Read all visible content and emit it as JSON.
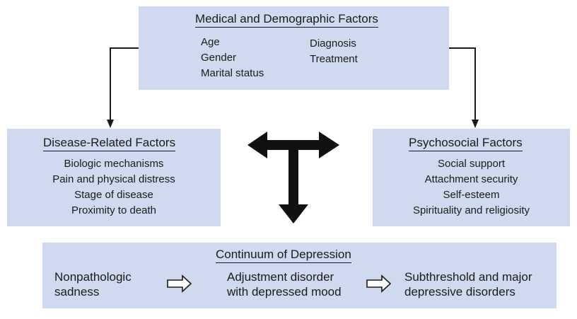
{
  "top": {
    "title": "Medical and Demographic Factors",
    "left_items": [
      "Age",
      "Gender",
      "Marital status"
    ],
    "right_items": [
      "Diagnosis",
      "Treatment"
    ]
  },
  "disease": {
    "title": "Disease-Related Factors",
    "items": [
      "Biologic mechanisms",
      "Pain and physical distress",
      "Stage of disease",
      "Proximity to death"
    ]
  },
  "psychosocial": {
    "title": "Psychosocial Factors",
    "items": [
      "Social support",
      "Attachment security",
      "Self-esteem",
      "Spirituality and religiosity"
    ]
  },
  "continuum": {
    "title": "Continuum of Depression",
    "stage1": [
      "Nonpathologic",
      "sadness"
    ],
    "stage2": [
      "Adjustment disorder",
      "with depressed mood"
    ],
    "stage3": [
      "Subthreshold and major",
      "depressive disorders"
    ]
  },
  "colors": {
    "box_fill": "#cfdaf0",
    "line": "#1a1a1a"
  }
}
